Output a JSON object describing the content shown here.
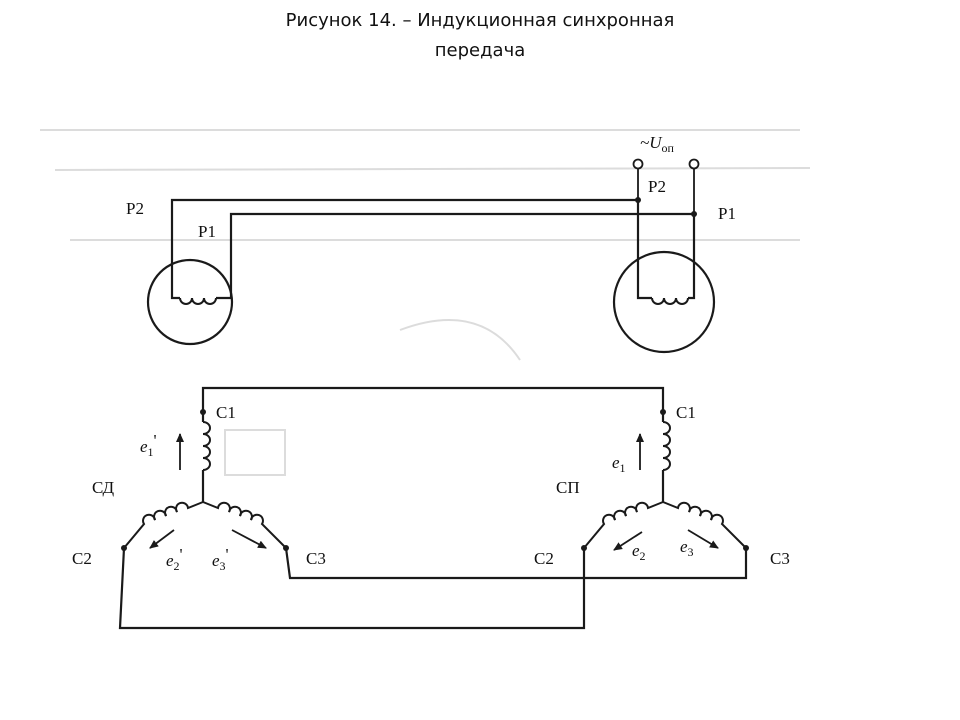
{
  "caption": {
    "line1": "Рисунок 14.   – Индукционная синхронная",
    "line2": "передача"
  },
  "labels": {
    "u_supply": "~U",
    "u_supply_sub": "оп",
    "left_p2": "P2",
    "left_p1": "P1",
    "right_p2": "P2",
    "right_p1": "P1",
    "left_c1": "C1",
    "left_c2": "C2",
    "left_c3": "C3",
    "right_c1": "C1",
    "right_c2": "C2",
    "right_c3": "C3",
    "left_name": "СД",
    "right_name": "СП",
    "left_e1": "e",
    "left_e1_sub": "1",
    "left_e1_prime": "'",
    "left_e2": "e",
    "left_e2_sub": "2",
    "left_e2_prime": "'",
    "left_e3": "e",
    "left_e3_sub": "3",
    "left_e3_prime": "'",
    "right_e1": "e",
    "right_e1_sub": "1",
    "right_e2": "e",
    "right_e2_sub": "2",
    "right_e3": "e",
    "right_e3_sub": "3"
  },
  "colors": {
    "ink": "#1a1a1a",
    "background": "#ffffff",
    "bleed_through": "#d6d6d6"
  }
}
